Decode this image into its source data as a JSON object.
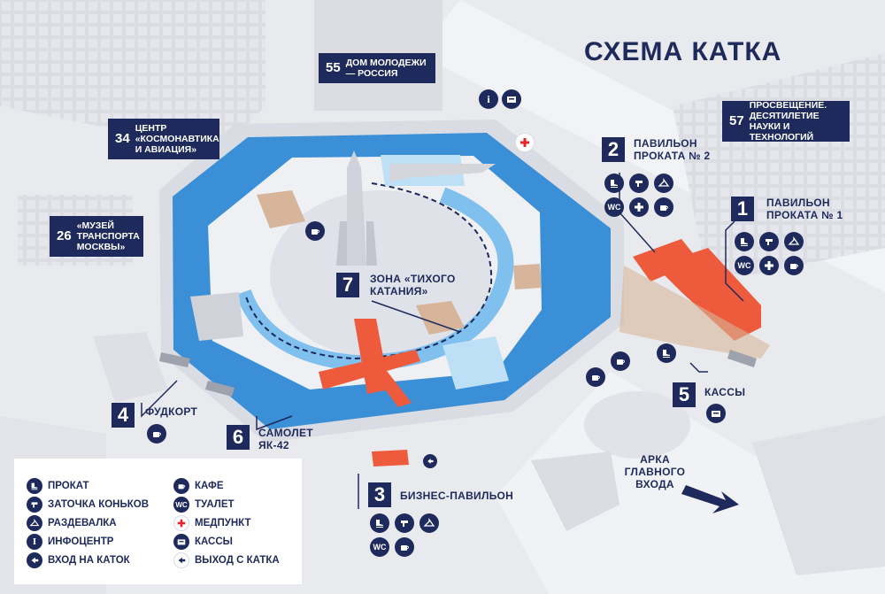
{
  "title": "СХЕМА КАТКА",
  "colors": {
    "navy": "#1e2a5c",
    "ice": "#3a8fd6",
    "orange": "#ee5a3c",
    "ground": "#e7e8ec",
    "medical": "#e4262a"
  },
  "places": [
    {
      "id": "1",
      "label": "ПАВИЛЬОН ПРОКАТА № 1"
    },
    {
      "id": "2",
      "label": "ПАВИЛЬОН ПРОКАТА № 2"
    },
    {
      "id": "3",
      "label": "БИЗНЕС-ПАВИЛЬОН"
    },
    {
      "id": "4",
      "label": "ФУДКОРТ"
    },
    {
      "id": "5",
      "label": "КАССЫ"
    },
    {
      "id": "6",
      "label": "САМОЛЕТ ЯК-42"
    },
    {
      "id": "7",
      "label": "ЗОНА «ТИХОГО КАТАНИЯ»"
    }
  ],
  "pavilions": [
    {
      "num": "55",
      "label": "ДОМ МОЛОДЕЖИ — РОССИЯ"
    },
    {
      "num": "34",
      "label": "ЦЕНТР «КОСМОНАВТИКА И АВИАЦИЯ»"
    },
    {
      "num": "26",
      "label": "«МУЗЕЙ ТРАНСПОРТА МОСКВЫ»"
    },
    {
      "num": "57",
      "label": "ПРОСВЕЩЕНИЕ. ДЕСЯТИЛЕТИЕ НАУКИ И ТЕХНОЛОГИЙ"
    }
  ],
  "arch": {
    "label": "АРКА ГЛАВНОГО ВХОДА"
  },
  "legend": [
    {
      "icon": "skate-icon",
      "label": "ПРОКАТ"
    },
    {
      "icon": "sharpening-icon",
      "label": "ЗАТОЧКА КОНЬКОВ"
    },
    {
      "icon": "hanger-icon",
      "label": "РАЗДЕВАЛКА"
    },
    {
      "icon": "info-icon",
      "label": "ИНФОЦЕНТР"
    },
    {
      "icon": "entry-arrow-icon",
      "label": "ВХОД НА КАТОК"
    },
    {
      "icon": "cafe-icon",
      "label": "КАФЕ"
    },
    {
      "icon": "wc-icon",
      "label": "ТУАЛЕТ"
    },
    {
      "icon": "medical-cross-icon",
      "label": "МЕДПУНКТ"
    },
    {
      "icon": "ticket-office-icon",
      "label": "КАССЫ"
    },
    {
      "icon": "exit-arrow-icon",
      "label": "ВЫХОД С КАТКА"
    }
  ],
  "icon_text": {
    "wc": "WC",
    "info": "i"
  }
}
